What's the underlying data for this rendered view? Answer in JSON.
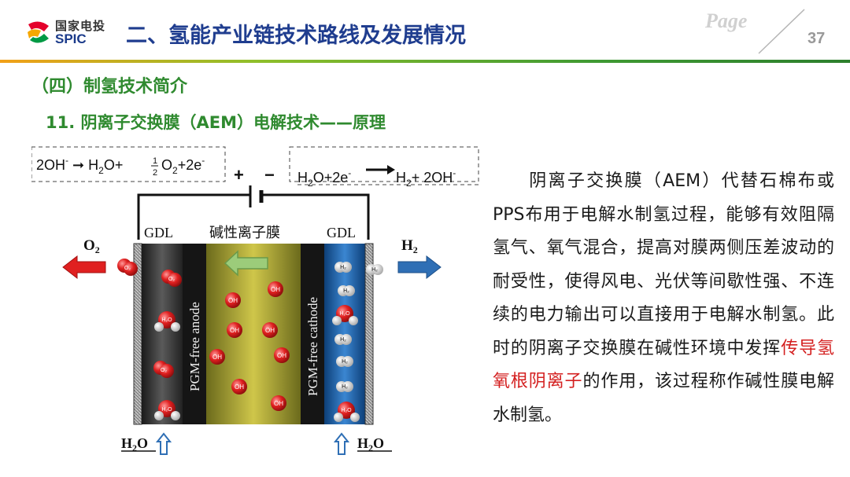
{
  "header": {
    "logo_cn": "国家电投",
    "logo_en": "SPIC",
    "title": "二、氢能产业链技术路线及发展情况",
    "page_word": "Page",
    "page_number": "37"
  },
  "section_title": "（四）制氢技术简介",
  "subsection_title": "11. 阴离子交换膜（AEM）电解技术——原理",
  "diagram": {
    "anode_equation": {
      "a": "2OH",
      "sup1": "-",
      "b": "H",
      "sub1": "2",
      "c": "O+",
      "frac_num": "1",
      "frac_den": "2",
      "d": "O",
      "sub2": "2",
      "e": "+2e",
      "sup2": "-"
    },
    "cathode_equation": {
      "a": "H",
      "sub1": "2",
      "b": "O+2e",
      "sup1": "-",
      "c": "H",
      "sub2": "2",
      "d": "+ 2OH",
      "sup2": "-"
    },
    "plus": "+",
    "minus": "−",
    "gdl_left": "GDL",
    "gdl_right": "GDL",
    "membrane_label": "碱性离子膜",
    "anode_label": "PGM-free anode",
    "cathode_label": "PGM-free cathode",
    "o2_label": "O",
    "o2_sub": "2",
    "h2_label": "H",
    "h2_sub": "2",
    "h2o_left": "H",
    "h2o_left_sub": "2",
    "h2o_left_tail": "O",
    "h2o_right": "H",
    "h2o_right_sub": "2",
    "h2o_right_tail": "O",
    "ion_oh": "OH",
    "ion_oh_sup": "-",
    "mol_o2": "O₂",
    "mol_h2o": "H₂O",
    "mol_h2": "H₂"
  },
  "body": {
    "part1": "阴离子交换膜（AEM）代替石棉布或PPS布用于电解水制氢过程，能够有效阻隔氢气、氧气混合，提高对膜两侧压差波动的耐受性，使得风电、光伏等间歇性强、不连续的电力输出可以直接用于电解水制氢。此时的阴离子交换膜在碱性环境中发挥",
    "highlight": "传导氢氧根阴离子",
    "part2": "的作用，该过程称作碱性膜电解水制氢。"
  },
  "colors": {
    "title_blue": "#1f3d8f",
    "heading_green": "#2f8a2f",
    "highlight_red": "#d42020",
    "o2_red": "#e02020",
    "h2_blue": "#2f6fb5",
    "membrane_arrow_green": "#9ccc7a"
  }
}
